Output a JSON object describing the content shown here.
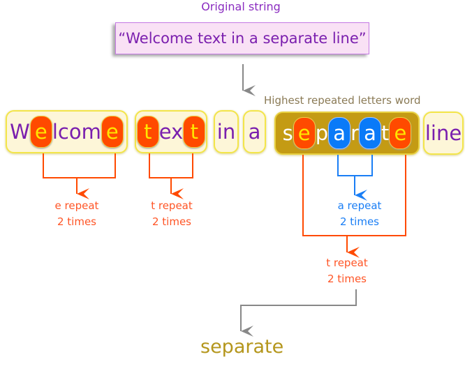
{
  "original_label": "Original string",
  "original_string": "“Welcome text in a separate line”",
  "highest_label": "Highest repeated letters word",
  "words": [
    {
      "letters": [
        [
          "W",
          ""
        ],
        [
          "e",
          "red"
        ],
        [
          "lcom",
          ""
        ],
        [
          "e",
          "red"
        ]
      ]
    },
    {
      "letters": [
        [
          "t",
          "red"
        ],
        [
          "ex",
          ""
        ],
        [
          "t",
          "red"
        ]
      ]
    },
    {
      "letters": [
        [
          "in",
          ""
        ]
      ]
    },
    {
      "letters": [
        [
          "a",
          ""
        ]
      ]
    },
    {
      "letters": [
        [
          "s",
          ""
        ],
        [
          "e",
          "red"
        ],
        [
          "p",
          ""
        ],
        [
          "a",
          "blue"
        ],
        [
          "r",
          ""
        ],
        [
          "a",
          "blue"
        ],
        [
          "t",
          ""
        ],
        [
          "e",
          "red"
        ]
      ]
    },
    {
      "letters": [
        [
          "line",
          ""
        ]
      ]
    }
  ],
  "captions": {
    "e_welcome": [
      "e repeat",
      "2 times"
    ],
    "t_text": [
      "t repeat",
      "2 times"
    ],
    "a_separate": [
      "a repeat",
      "2 times"
    ],
    "t_separate": [
      "t repeat",
      "2 times"
    ]
  },
  "result": "separate",
  "colors": {
    "red": "#ff4a00",
    "blue": "#0a7af8",
    "gold": "#c49b14",
    "purple": "#7a1fae"
  }
}
